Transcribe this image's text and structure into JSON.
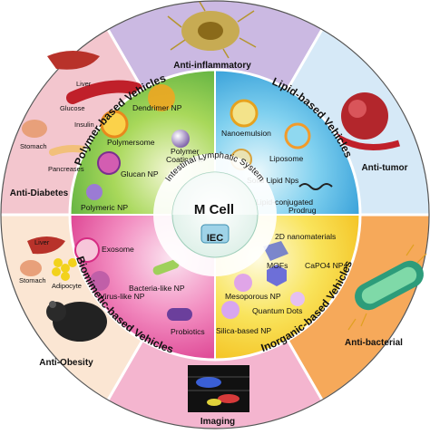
{
  "center": {
    "line1": "M Cell",
    "line2": "IEC"
  },
  "ring_label": "Intestinal Lymphatic System",
  "quadrants": {
    "polymer": {
      "title": "Polymer-based Vehicles",
      "color": "#7cc63a",
      "items": [
        "Dendrimer NP",
        "Polymersome",
        "Polymer",
        "Coating NP",
        "Glucan NP",
        "Polymeric NP"
      ]
    },
    "lipid": {
      "title": "Lipid-based Vehicles",
      "color": "#35a6dc",
      "items": [
        "Nanoemulsion",
        "Liposome",
        "Solid Lipid Nps",
        "Lipid-conjugated",
        "Prodrug"
      ]
    },
    "biomimetic": {
      "title": "Biomimetic-based Vehicles",
      "color": "#e83e95",
      "items": [
        "Exosome",
        "Virus-like NP",
        "Bacteria-like NP",
        "Probiotics"
      ]
    },
    "inorganic": {
      "title": "Inorganic-based Vehicles",
      "color": "#f6d21c",
      "items": [
        "2D nanomaterials",
        "MOFs",
        "CaPO4 NPs",
        "Mesoporous NP",
        "Quantum Dots",
        "Silica-based NP"
      ]
    }
  },
  "applications": [
    {
      "label": "Anti-inflammatory",
      "color": "#cbb9e2"
    },
    {
      "label": "Anti-tumor",
      "color": "#d6e9f7"
    },
    {
      "label": "Anti-bacterial",
      "color": "#f6a95a"
    },
    {
      "label": "Imaging",
      "color": "#f4b5cf"
    },
    {
      "label": "Anti-Obesity",
      "color": "#fbe6d3"
    },
    {
      "label": "Anti-Diabetes",
      "color": "#f3c6ce"
    }
  ],
  "diabetes_labels": [
    "Liver",
    "Glucose",
    "Insulin",
    "Stomach",
    "Pancreases"
  ],
  "obesity_labels": [
    "Liver",
    "Stomach",
    "Adipocyte"
  ]
}
